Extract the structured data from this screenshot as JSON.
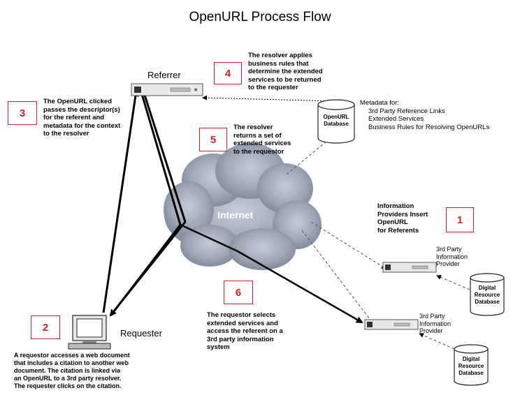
{
  "title": "OpenURL Process Flow",
  "nodes": {
    "referrer": "Referrer",
    "requester": "Requester",
    "internet": "Internet",
    "openurl_db": [
      "OpenURL",
      "Database"
    ],
    "digital_db_1": [
      "Digital",
      "Resource",
      "Database"
    ],
    "digital_db_2": [
      "Digital",
      "Resource",
      "Database"
    ],
    "provider_1": [
      "3rd Party",
      "Information",
      "Provider"
    ],
    "provider_2": [
      "3rd Party",
      "Information",
      "Provider"
    ]
  },
  "metadata": {
    "heading": "Metadata for:",
    "items": [
      "3rd Party Reference Links",
      "Extended Services",
      "Business Rules for Resolving OpenURLs"
    ]
  },
  "steps": [
    {
      "number": "1",
      "text": [
        "Information",
        "Providers Insert",
        "OpenURL",
        "for Referents"
      ]
    },
    {
      "number": "2",
      "text": [
        "A requestor accesses a web document",
        "that includes a citation to another web",
        "document. The citation is linked via",
        "an OpenURL to a 3rd party resolver.",
        "The requester clicks on the citation."
      ]
    },
    {
      "number": "3",
      "text": [
        "The OpenURL clicked",
        "passes the descriptor(s)",
        "for the referent and",
        "metadata for the context",
        "to the resolver"
      ]
    },
    {
      "number": "4",
      "text": [
        "The resolver applies",
        "business rules that",
        "determine the extended",
        "services to be returned",
        "to the requester"
      ]
    },
    {
      "number": "5",
      "text": [
        "The resolver",
        "returns a set of",
        "extended services",
        "to the requestor"
      ]
    },
    {
      "number": "6",
      "text": [
        "The requestor selects",
        "extended services and",
        "access the referent on a",
        "3rd party information",
        "system"
      ]
    }
  ]
}
